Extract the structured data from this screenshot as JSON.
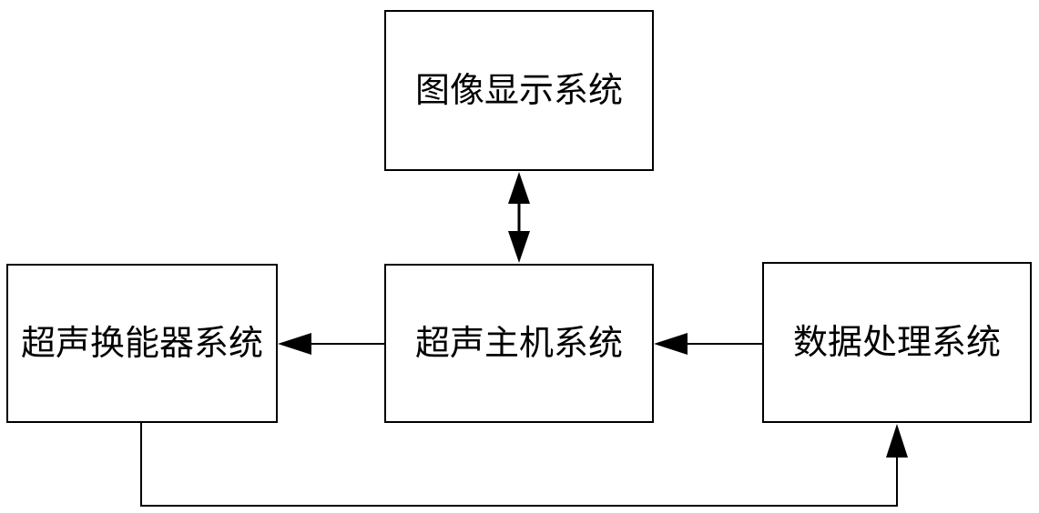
{
  "diagram": {
    "nodes": {
      "image_display": {
        "label": "图像显示系统"
      },
      "ultrasound_host": {
        "label": "超声主机系统"
      },
      "transducer": {
        "label": "超声换能器系统"
      },
      "data_processing": {
        "label": "数据处理系统"
      }
    },
    "connections": [
      {
        "from": "image_display",
        "to": "ultrasound_host",
        "type": "bidirectional",
        "route": "vertical"
      },
      {
        "from": "ultrasound_host",
        "to": "transducer",
        "type": "arrow",
        "route": "horizontal"
      },
      {
        "from": "data_processing",
        "to": "ultrasound_host",
        "type": "arrow",
        "route": "horizontal"
      },
      {
        "from": "transducer",
        "to": "data_processing",
        "type": "arrow",
        "route": "bottom-elbow"
      }
    ],
    "colors": {
      "line": "#000000",
      "text": "#000000",
      "background": "#ffffff"
    }
  }
}
